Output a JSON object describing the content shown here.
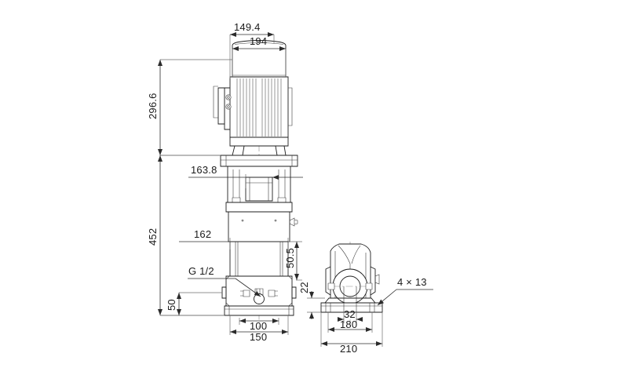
{
  "drawing": {
    "title": "Vertical multistage pump dimensional drawing",
    "units": "mm",
    "background_color": "#ffffff",
    "line_color": "#1f1f1f",
    "text_color": "#1a1a1a",
    "views": {
      "front": {
        "name": "front-elevation-view"
      },
      "side": {
        "name": "side-base-view"
      }
    },
    "dimensions": {
      "motor_offset_width": "149.4",
      "motor_width": "194",
      "motor_height": "296.6",
      "coupling_width": "163.8",
      "total_height": "452",
      "chamber_width": "162",
      "port_height": "50.5",
      "port_center_height": "50",
      "base_inner_width": "100",
      "base_outer_width": "150",
      "side_base_thickness": "22",
      "side_port_width": "32",
      "side_bolt_spacing": "180",
      "side_base_width": "210"
    },
    "annotations": {
      "drain_port": "G 1/2",
      "bolt_holes": "4 × 13"
    }
  }
}
